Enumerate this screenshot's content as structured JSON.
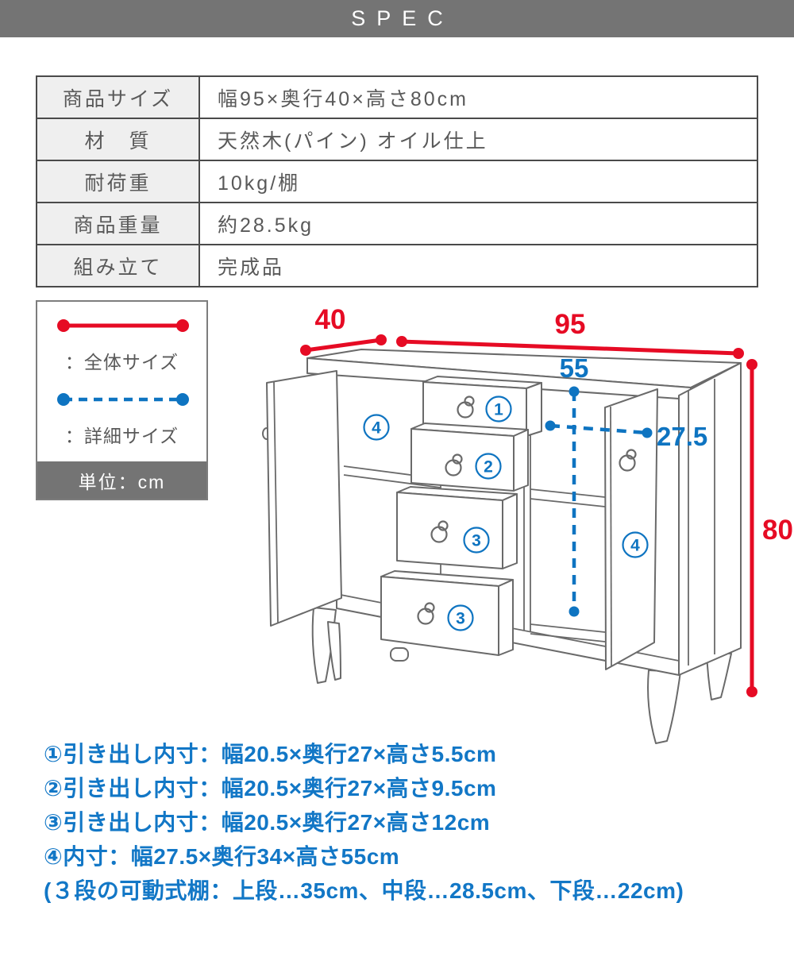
{
  "header": {
    "title": "SPEC",
    "bg_color": "#747474"
  },
  "spec_table": {
    "border_color": "#4a4a4a",
    "label_bg": "#efefef",
    "text_color": "#595959",
    "rows": [
      {
        "label": "商品サイズ",
        "value": "幅95×奥行40×高さ80cm"
      },
      {
        "label": "材　質",
        "value": "天然木(パイン) オイル仕上"
      },
      {
        "label": "耐荷重",
        "value": "10kg/棚"
      },
      {
        "label": "商品重量",
        "value": "約28.5kg"
      },
      {
        "label": "組み立て",
        "value": "完成品"
      }
    ]
  },
  "legend": {
    "overall_label": "：全体サイズ",
    "detail_label": "：詳細サイズ",
    "unit_label": "単位：cm",
    "overall_color": "#e60b24",
    "detail_color": "#0e74c1"
  },
  "diagram": {
    "line_color": "#6a6a6a",
    "overall": {
      "width": "95",
      "depth": "40",
      "height": "80"
    },
    "detail": {
      "inner_height": "55",
      "inner_width": "27.5"
    },
    "badges": {
      "drawer1": "1",
      "drawer2": "2",
      "drawer3": "3",
      "drawer3b": "3",
      "cabinet_left": "4",
      "cabinet_right": "4"
    }
  },
  "notes": {
    "color": "#1277c6",
    "lines": [
      "①引き出し内寸：幅20.5×奥行27×高さ5.5cm",
      "②引き出し内寸：幅20.5×奥行27×高さ9.5cm",
      "③引き出し内寸：幅20.5×奥行27×高さ12cm",
      "④内寸：幅27.5×奥行34×高さ55cm",
      "(３段の可動式棚：上段…35cm、中段…28.5cm、下段…22cm)"
    ]
  }
}
